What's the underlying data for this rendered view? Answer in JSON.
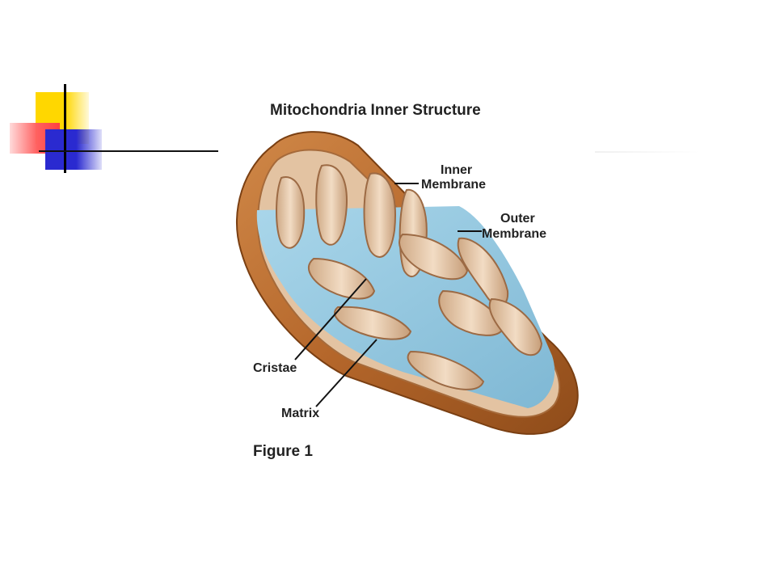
{
  "figure": {
    "title": "Mitochondria Inner Structure",
    "caption": "Figure 1",
    "labels": {
      "inner_membrane_line1": "Inner",
      "inner_membrane_line2": "Membrane",
      "outer_membrane_line1": "Outer",
      "outer_membrane_line2": "Membrane",
      "cristae": "Cristae",
      "matrix": "Matrix"
    }
  },
  "colors": {
    "outer_membrane": "#b5672b",
    "inner_membrane": "#e8c9a8",
    "matrix": "#8ec4dc",
    "accent_yellow": "#ffd700",
    "accent_red": "#ff5050",
    "accent_blue": "#2a2ad0"
  }
}
